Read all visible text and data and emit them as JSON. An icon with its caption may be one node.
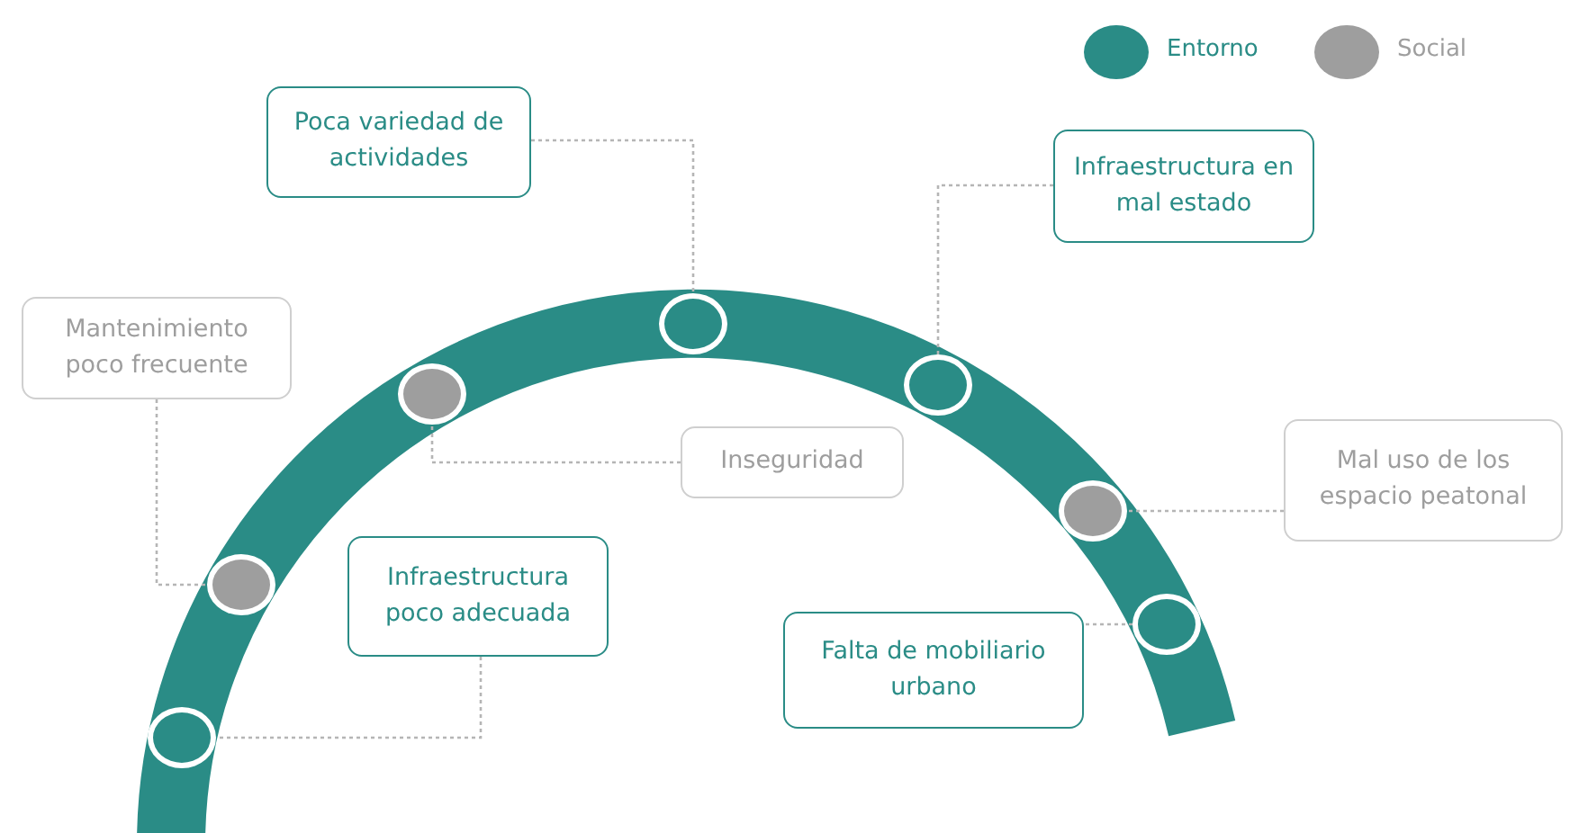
{
  "diagram": {
    "nodes": [
      {
        "text": [
          "Poca variedad de actividades"
        ]
      },
      {
        "text": [
          "Infraestructura en mal estado"
        ]
      },
      {
        "text": [
          "Mantenimiento poco frecuente"
        ]
      },
      {
        "text": [
          "Inseguridad"
        ]
      },
      {
        "text": [
          "Mal uso de los espacio peatonal"
        ]
      },
      {
        "text": [
          "Infraestructura poco adecuada"
        ]
      },
      {
        "text": [
          "Falta de mobiliario urbano"
        ]
      },
      {
        "text": [],
        "shape": "circle"
      },
      {
        "text": [],
        "shape": "circle"
      },
      {
        "text": [],
        "shape": "circle"
      },
      {
        "text": [],
        "shape": "circle"
      },
      {
        "text": [],
        "shape": "circle"
      },
      {
        "text": [],
        "shape": "circle"
      },
      {
        "text": [],
        "shape": "circle"
      }
    ],
    "edges": [
      {
        "from": 0,
        "to": 10,
        "arrow": "none",
        "style": "dashed"
      },
      {
        "from": 1,
        "to": 11,
        "arrow": "none",
        "style": "dashed"
      },
      {
        "from": 2,
        "to": 8,
        "arrow": "none",
        "style": "dashed"
      },
      {
        "from": 3,
        "to": 9,
        "arrow": "none",
        "style": "dashed"
      },
      {
        "from": 4,
        "to": 12,
        "arrow": "none",
        "style": "dashed"
      },
      {
        "from": 5,
        "to": 7,
        "arrow": "none",
        "style": "dashed"
      },
      {
        "from": 6,
        "to": 13,
        "arrow": "none",
        "style": "dashed"
      }
    ],
    "legend": [
      {
        "text": "Entorno",
        "color": "#2a8c86"
      },
      {
        "text": "Social",
        "color": "#9e9e9e"
      }
    ]
  }
}
